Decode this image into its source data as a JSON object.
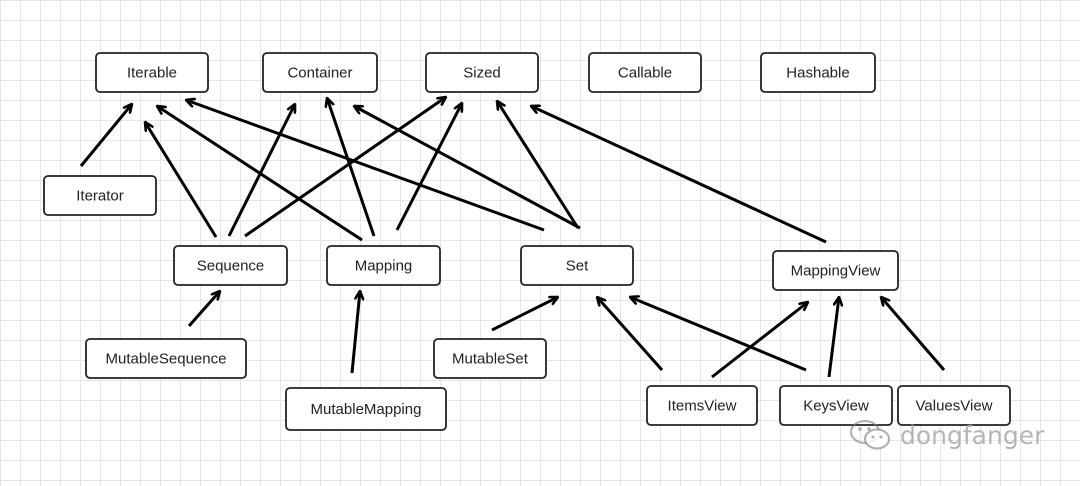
{
  "nodes": [
    {
      "id": "iterable",
      "label": "Iterable"
    },
    {
      "id": "container",
      "label": "Container"
    },
    {
      "id": "sized",
      "label": "Sized"
    },
    {
      "id": "callable",
      "label": "Callable"
    },
    {
      "id": "hashable",
      "label": "Hashable"
    },
    {
      "id": "iterator",
      "label": "Iterator"
    },
    {
      "id": "sequence",
      "label": "Sequence"
    },
    {
      "id": "mapping",
      "label": "Mapping"
    },
    {
      "id": "set",
      "label": "Set"
    },
    {
      "id": "mappingview",
      "label": "MappingView"
    },
    {
      "id": "mutablesequence",
      "label": "MutableSequence"
    },
    {
      "id": "mutablemapping",
      "label": "MutableMapping"
    },
    {
      "id": "mutableset",
      "label": "MutableSet"
    },
    {
      "id": "itemsview",
      "label": "ItemsView"
    },
    {
      "id": "keysview",
      "label": "KeysView"
    },
    {
      "id": "valuesview",
      "label": "ValuesView"
    }
  ],
  "edges": [
    {
      "from": "iterator",
      "to": "iterable"
    },
    {
      "from": "sequence",
      "to": "iterable"
    },
    {
      "from": "sequence",
      "to": "container"
    },
    {
      "from": "sequence",
      "to": "sized"
    },
    {
      "from": "mapping",
      "to": "iterable"
    },
    {
      "from": "mapping",
      "to": "container"
    },
    {
      "from": "mapping",
      "to": "sized"
    },
    {
      "from": "set",
      "to": "iterable"
    },
    {
      "from": "set",
      "to": "container"
    },
    {
      "from": "set",
      "to": "sized"
    },
    {
      "from": "mappingview",
      "to": "sized"
    },
    {
      "from": "mutablesequence",
      "to": "sequence"
    },
    {
      "from": "mutablemapping",
      "to": "mapping"
    },
    {
      "from": "mutableset",
      "to": "set"
    },
    {
      "from": "itemsview",
      "to": "set"
    },
    {
      "from": "itemsview",
      "to": "mappingview"
    },
    {
      "from": "keysview",
      "to": "set"
    },
    {
      "from": "keysview",
      "to": "mappingview"
    },
    {
      "from": "valuesview",
      "to": "mappingview"
    }
  ],
  "watermark": {
    "text": "dongfanger",
    "icon": "wechat-icon"
  }
}
